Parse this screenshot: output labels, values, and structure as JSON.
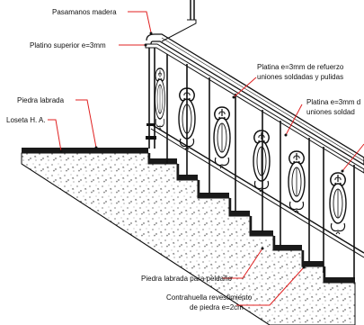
{
  "labels": {
    "handrail": "Pasamanos madera",
    "top_plate": "Platino superior e=3mm",
    "reinforcement_plate_line1": "Platina e=3mm de refuerzo",
    "reinforcement_plate_line2": "uniones soldadas y pulidas",
    "plate_right_line1": "Platina e=3mm d",
    "plate_right_line2": "uniones soldad",
    "carved_stone": "Piedra labrada",
    "tile": "Loseta H. A.",
    "tread_stone": "Piedra labrada para peldaño",
    "riser_line1": "Contrahuella revestimiento",
    "riser_line2": "de piedra e=2cm"
  },
  "colors": {
    "callout": "#e02020",
    "ink": "#111111",
    "stone": "#1a1a1a"
  }
}
